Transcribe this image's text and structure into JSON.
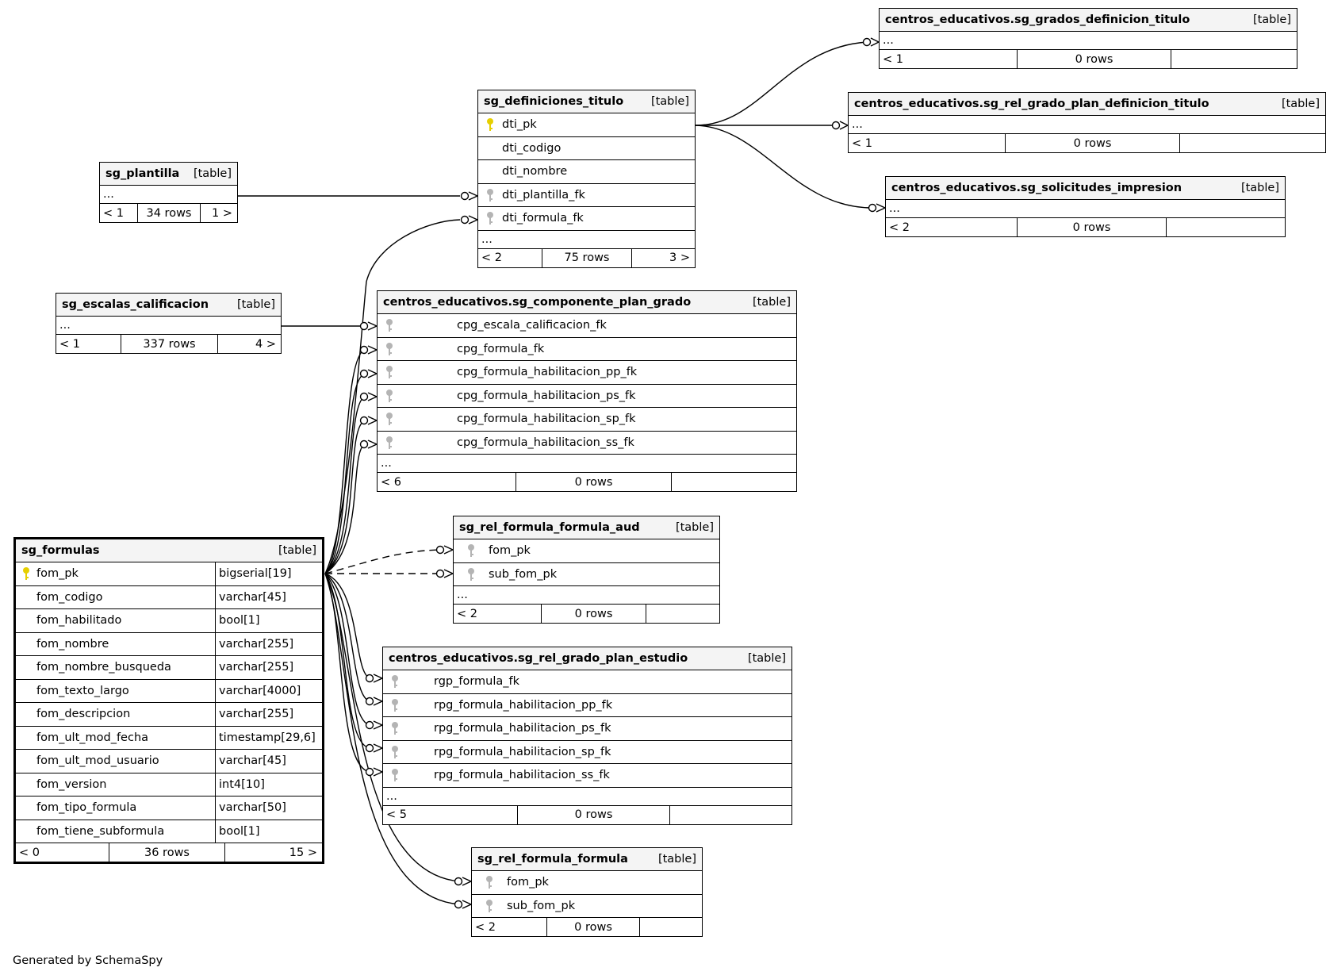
{
  "diagram": {
    "footer_text": "Generated by SchemaSpy",
    "type_tag": "[table]",
    "tables": {
      "sg_plantilla": {
        "name": "sg_plantilla",
        "footer": [
          "< 1",
          "34 rows",
          "1 >"
        ]
      },
      "sg_escalas_calificacion": {
        "name": "sg_escalas_calificacion",
        "footer": [
          "< 1",
          "337 rows",
          "4 >"
        ]
      },
      "sg_definiciones_titulo": {
        "name": "sg_definiciones_titulo",
        "columns": [
          "dti_pk",
          "dti_codigo",
          "dti_nombre",
          "dti_plantilla_fk",
          "dti_formula_fk"
        ],
        "footer": [
          "< 2",
          "75 rows",
          "3 >"
        ]
      },
      "sg_grados_definicion_titulo": {
        "name": "centros_educativos.sg_grados_definicion_titulo",
        "footer": [
          "< 1",
          "0 rows",
          ""
        ]
      },
      "sg_rel_grado_plan_definicion_titulo": {
        "name": "centros_educativos.sg_rel_grado_plan_definicion_titulo",
        "footer": [
          "< 1",
          "0 rows",
          ""
        ]
      },
      "sg_solicitudes_impresion": {
        "name": "centros_educativos.sg_solicitudes_impresion",
        "footer": [
          "< 2",
          "0 rows",
          ""
        ]
      },
      "sg_componente_plan_grado": {
        "name": "centros_educativos.sg_componente_plan_grado",
        "columns": [
          "cpg_escala_calificacion_fk",
          "cpg_formula_fk",
          "cpg_formula_habilitacion_pp_fk",
          "cpg_formula_habilitacion_ps_fk",
          "cpg_formula_habilitacion_sp_fk",
          "cpg_formula_habilitacion_ss_fk"
        ],
        "footer": [
          "< 6",
          "0 rows",
          ""
        ]
      },
      "sg_rel_formula_formula_aud": {
        "name": "sg_rel_formula_formula_aud",
        "columns": [
          "fom_pk",
          "sub_fom_pk"
        ],
        "footer": [
          "< 2",
          "0 rows",
          ""
        ]
      },
      "sg_rel_grado_plan_estudio": {
        "name": "centros_educativos.sg_rel_grado_plan_estudio",
        "columns": [
          "rgp_formula_fk",
          "rpg_formula_habilitacion_pp_fk",
          "rpg_formula_habilitacion_ps_fk",
          "rpg_formula_habilitacion_sp_fk",
          "rpg_formula_habilitacion_ss_fk"
        ],
        "footer": [
          "< 5",
          "0 rows",
          ""
        ]
      },
      "sg_rel_formula_formula": {
        "name": "sg_rel_formula_formula",
        "columns": [
          "fom_pk",
          "sub_fom_pk"
        ],
        "footer": [
          "< 2",
          "0 rows",
          ""
        ]
      },
      "sg_formulas": {
        "name": "sg_formulas",
        "columns": [
          {
            "name": "fom_pk",
            "type": "bigserial[19]"
          },
          {
            "name": "fom_codigo",
            "type": "varchar[45]"
          },
          {
            "name": "fom_habilitado",
            "type": "bool[1]"
          },
          {
            "name": "fom_nombre",
            "type": "varchar[255]"
          },
          {
            "name": "fom_nombre_busqueda",
            "type": "varchar[255]"
          },
          {
            "name": "fom_texto_largo",
            "type": "varchar[4000]"
          },
          {
            "name": "fom_descripcion",
            "type": "varchar[255]"
          },
          {
            "name": "fom_ult_mod_fecha",
            "type": "timestamp[29,6]"
          },
          {
            "name": "fom_ult_mod_usuario",
            "type": "varchar[45]"
          },
          {
            "name": "fom_version",
            "type": "int4[10]"
          },
          {
            "name": "fom_tipo_formula",
            "type": "varchar[50]"
          },
          {
            "name": "fom_tiene_subformula",
            "type": "bool[1]"
          }
        ],
        "footer": [
          "< 0",
          "36 rows",
          "15 >"
        ]
      }
    },
    "ellipsis": "...",
    "colors": {
      "primary_key": "#e6cf00",
      "foreign_key": "#b4b4b4",
      "header_bg": "#f4f4f4"
    }
  }
}
